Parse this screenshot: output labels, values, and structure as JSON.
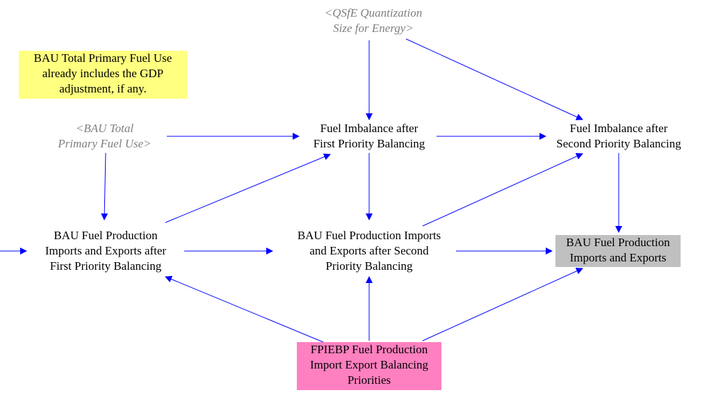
{
  "nodes": {
    "qsfe": "<QSfE Quantization\nSize for Energy>",
    "note": "BAU Total Primary Fuel Use\nalready includes the GDP\nadjustment, if any.",
    "bau_total": "<BAU Total\nPrimary Fuel Use>",
    "imbalance_first": "Fuel Imbalance after\nFirst Priority Balancing",
    "imbalance_second": "Fuel Imbalance after\nSecond Priority Balancing",
    "prod_first": "BAU Fuel Production\nImports and Exports after\nFirst Priority Balancing",
    "prod_second": "BAU Fuel Production Imports\nand Exports after Second\nPriority Balancing",
    "prod_final": "BAU Fuel Production\nImports and Exports",
    "fpiebp": "FPIEBP Fuel Production\nImport Export Balancing\nPriorities"
  },
  "colors": {
    "arrow": "#0000ff",
    "ghost_text": "#7f7f7f",
    "note_bg": "#ffff80",
    "final_bg": "#c0c0c0",
    "fpiebp_bg": "#ff80c0"
  },
  "edges": [
    {
      "from": "qsfe",
      "to": "imbalance_first"
    },
    {
      "from": "qsfe",
      "to": "imbalance_second"
    },
    {
      "from": "bau_total",
      "to": "imbalance_first"
    },
    {
      "from": "bau_total",
      "to": "prod_first"
    },
    {
      "from": "imbalance_first",
      "to": "imbalance_second"
    },
    {
      "from": "imbalance_first",
      "to": "prod_second"
    },
    {
      "from": "imbalance_second",
      "to": "prod_final"
    },
    {
      "from": "prod_first",
      "to": "imbalance_first"
    },
    {
      "from": "prod_first",
      "to": "prod_second"
    },
    {
      "from": "prod_second",
      "to": "imbalance_second"
    },
    {
      "from": "prod_second",
      "to": "prod_final"
    },
    {
      "from": "fpiebp",
      "to": "prod_first"
    },
    {
      "from": "fpiebp",
      "to": "prod_second"
    },
    {
      "from": "fpiebp",
      "to": "prod_final"
    }
  ]
}
